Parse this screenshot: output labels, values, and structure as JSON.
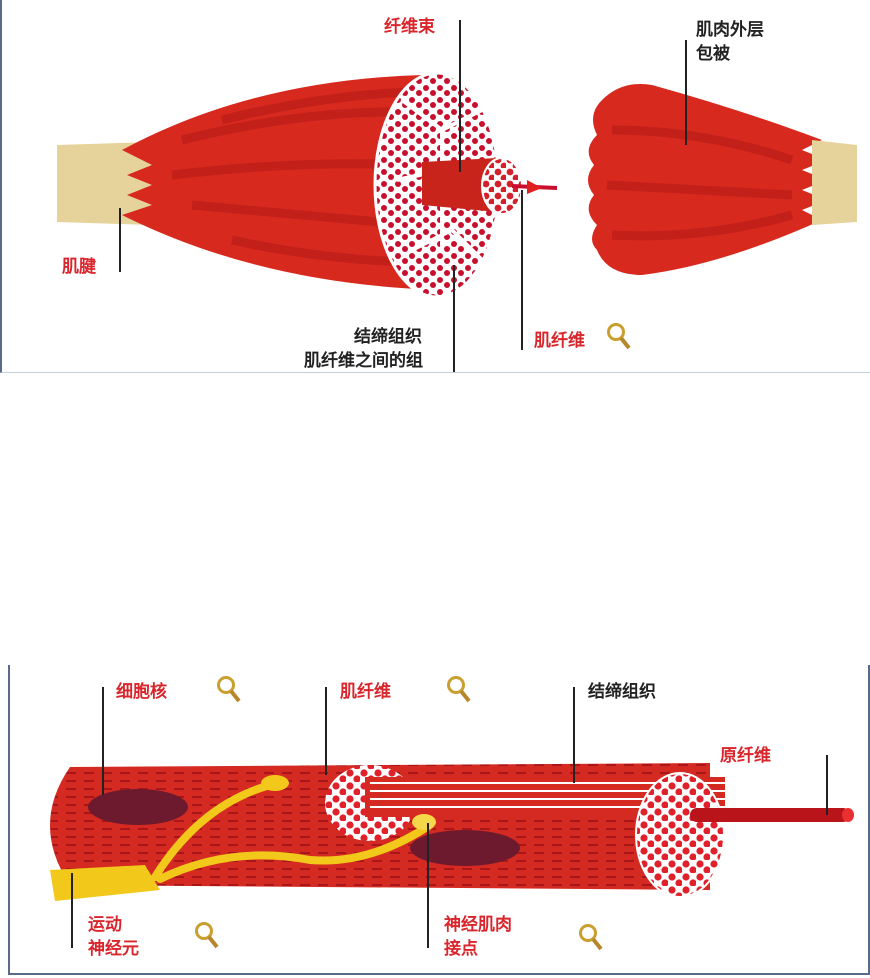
{
  "top_diagram": {
    "labels": {
      "fascicle": "纤维束",
      "epimysium": "肌肉外层包被",
      "epimysium_line1": "肌肉外层",
      "epimysium_line2": "包被",
      "tendon": "肌腱",
      "connective_tissue": "结缔组织",
      "connective_tissue_desc": "肌纤维之间的组",
      "muscle_fiber": "肌纤维"
    }
  },
  "bottom_diagram": {
    "labels": {
      "nucleus": "细胞核",
      "muscle_fiber": "肌纤维",
      "connective_tissue": "结缔组织",
      "myofibril": "原纤维",
      "motor_neuron_line1": "运动",
      "motor_neuron_line2": "神经元",
      "nmj_line1": "神经肌肉",
      "nmj_line2": "接点"
    }
  },
  "colors": {
    "muscle": "#d42a22",
    "label_red": "#d9262c",
    "tendon": "#e8d39a",
    "nerve": "#f2c81a"
  }
}
